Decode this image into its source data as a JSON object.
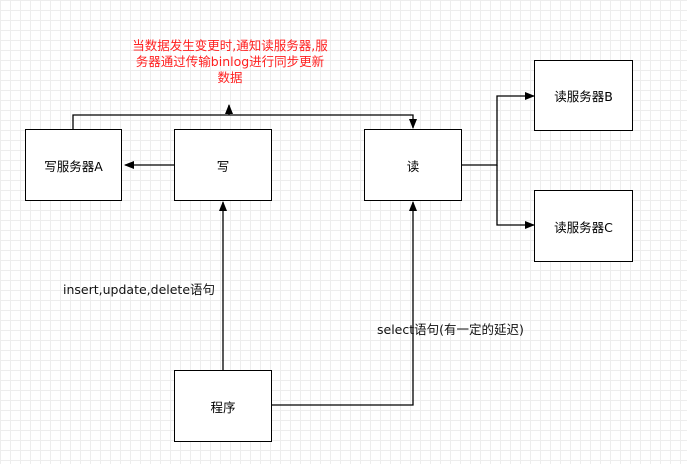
{
  "nodes": {
    "write_server_a": "写服务器A",
    "write": "写",
    "read": "读",
    "read_server_b": "读服务器B",
    "read_server_c": "读服务器C",
    "program": "程序"
  },
  "labels": {
    "sync_note": "当数据发生变更时,通知读服务器,服务器通过传输binlog进行同步更新数据",
    "write_statements": "insert,update,delete语句",
    "select_statement": "select语句(有一定的延迟)"
  }
}
